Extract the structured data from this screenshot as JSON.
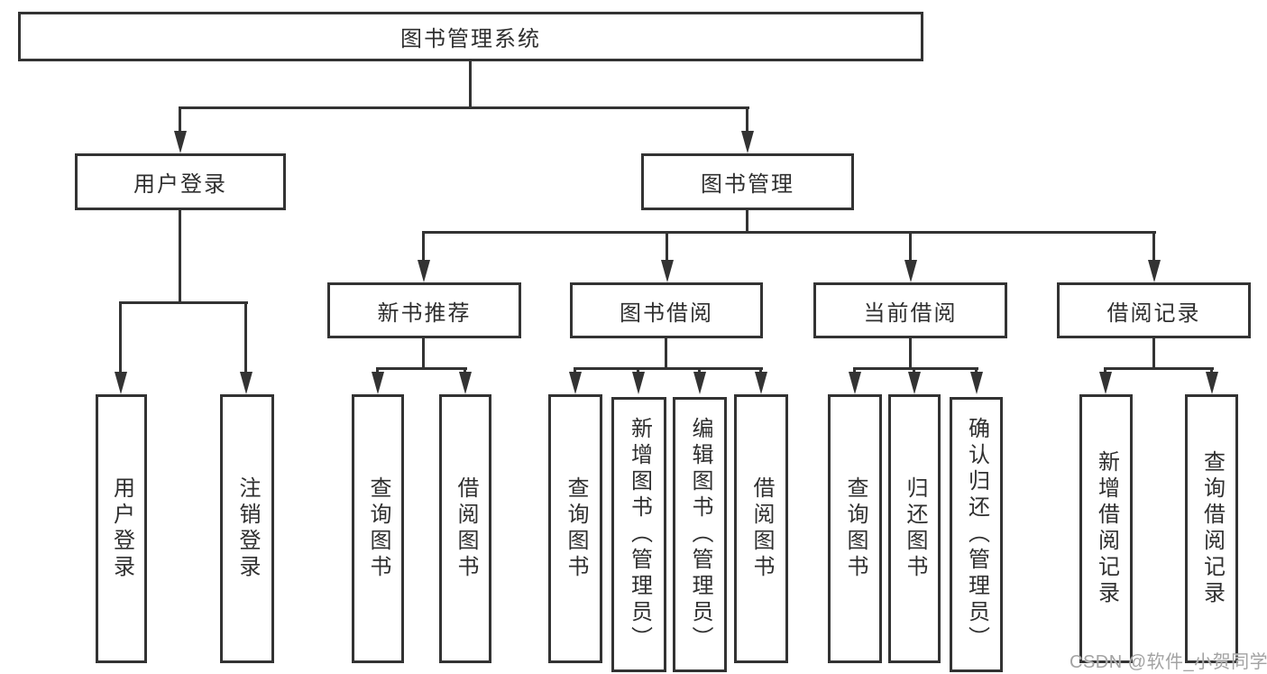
{
  "tree": {
    "label": "图书管理系统",
    "children": [
      {
        "label": "用户登录",
        "children": [
          {
            "label": "用户登录"
          },
          {
            "label": "注销登录"
          }
        ]
      },
      {
        "label": "图书管理",
        "children": [
          {
            "label": "新书推荐",
            "children": [
              {
                "label": "查询图书"
              },
              {
                "label": "借阅图书"
              }
            ]
          },
          {
            "label": "图书借阅",
            "children": [
              {
                "label": "查询图书"
              },
              {
                "label": "新增图书（管理员）"
              },
              {
                "label": "编辑图书（管理员）"
              },
              {
                "label": "借阅图书"
              }
            ]
          },
          {
            "label": "当前借阅",
            "children": [
              {
                "label": "查询图书"
              },
              {
                "label": "归还图书"
              },
              {
                "label": "确认归还（管理员）"
              }
            ]
          },
          {
            "label": "借阅记录",
            "children": [
              {
                "label": "新增借阅记录"
              },
              {
                "label": "查询借阅记录"
              }
            ]
          }
        ]
      }
    ]
  },
  "watermark": {
    "text": "CSDN @软件_小贺同学"
  },
  "colors": {
    "line": "#333333",
    "text": "#2f2f2f",
    "box_background": "#ffffff",
    "page_background": "#ffffff",
    "watermark": "#a3a3a3"
  }
}
